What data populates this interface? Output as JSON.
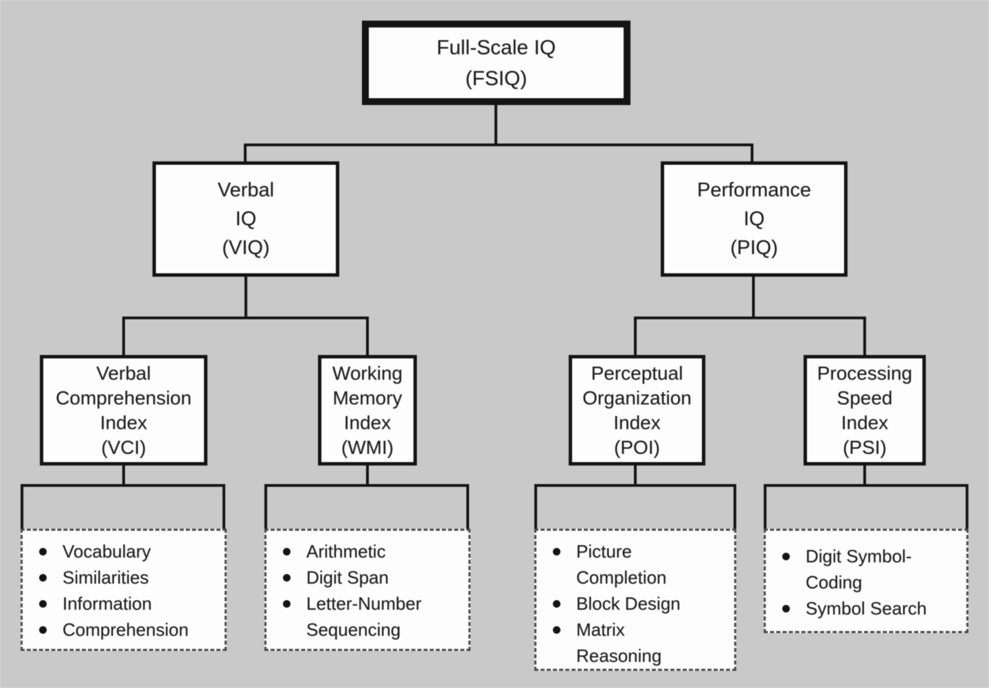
{
  "colors": {
    "background": "#c9c9c9",
    "box_fill": "#fdfdfd",
    "line": "#141414",
    "text": "#1c1c1c",
    "dashed_border": "#4a4a4a"
  },
  "nodes": {
    "fsiq": {
      "lines": [
        "Full-Scale IQ",
        "(FSIQ)"
      ]
    },
    "viq": {
      "lines": [
        "Verbal",
        "IQ",
        "(VIQ)"
      ]
    },
    "piq": {
      "lines": [
        "Performance",
        "IQ",
        "(PIQ)"
      ]
    },
    "vci": {
      "lines": [
        "Verbal",
        "Comprehension",
        "Index",
        "(VCI)"
      ]
    },
    "wmi": {
      "lines": [
        "Working",
        "Memory",
        "Index",
        "(WMI)"
      ]
    },
    "poi": {
      "lines": [
        "Perceptual",
        "Organization",
        "Index",
        "(POI)"
      ]
    },
    "psi": {
      "lines": [
        "Processing",
        "Speed",
        "Index",
        "(PSI)"
      ]
    }
  },
  "subtests": {
    "vci": {
      "items": [
        "Vocabulary",
        "Similarities",
        "Information",
        "Comprehension"
      ]
    },
    "wmi": {
      "items": [
        "Arithmetic",
        "Digit Span",
        "Letter-Number Sequencing"
      ]
    },
    "poi": {
      "items": [
        "Picture Completion",
        "Block Design",
        "Matrix Reasoning"
      ]
    },
    "psi": {
      "items": [
        "Digit Symbol-Coding",
        "Symbol Search"
      ]
    }
  }
}
